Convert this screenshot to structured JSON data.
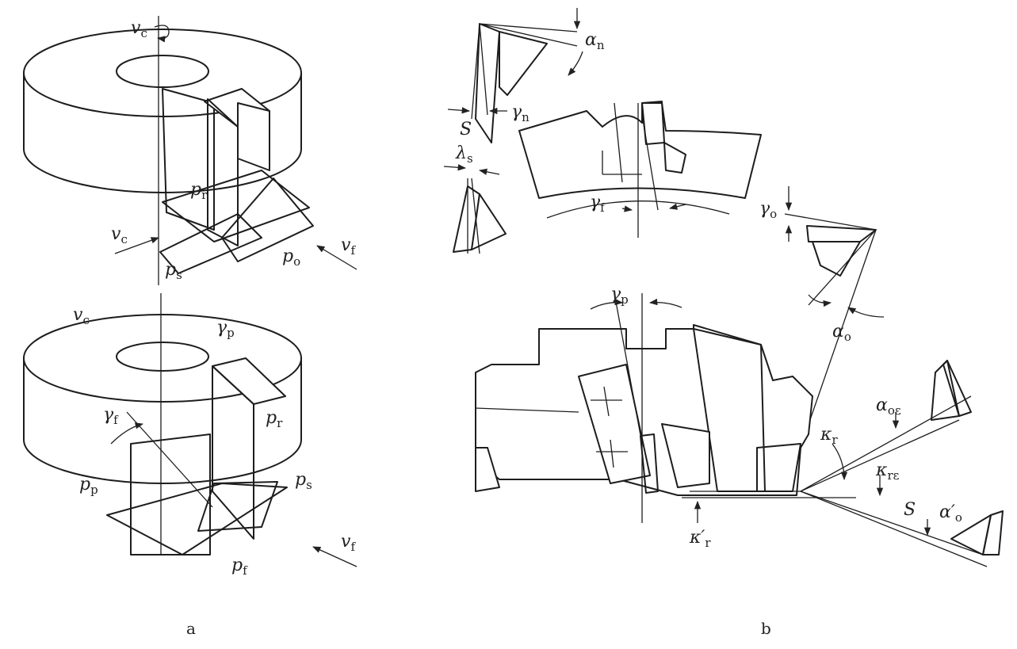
{
  "labels": {
    "vc": "v",
    "vc_sub": "c",
    "vf": "v",
    "vf_sub": "f",
    "pr": "p",
    "pr_sub": "r",
    "ps": "p",
    "ps_sub": "s",
    "po": "p",
    "po_sub": "o",
    "pp": "p",
    "pp_sub": "p",
    "pf": "p",
    "pf_sub": "f",
    "gp": "γ",
    "gp_sub": "p",
    "gf": "γ",
    "gf_sub": "f",
    "gn": "γ",
    "gn_sub": "n",
    "go": "γ",
    "go_sub": "o",
    "an": "α",
    "an_sub": "n",
    "ao": "α",
    "ao_sub": "o",
    "aoe": "α",
    "aoe_sub": "oε",
    "aop": "α′",
    "aop_sub": "o",
    "ls": "λ",
    "ls_sub": "s",
    "kr": "κ",
    "kr_sub": "r",
    "kre": "κ",
    "kre_sub": "rε",
    "krp": "κ′",
    "krp_sub": "r",
    "S": "S"
  },
  "captions": {
    "a": "a",
    "b": "b"
  }
}
